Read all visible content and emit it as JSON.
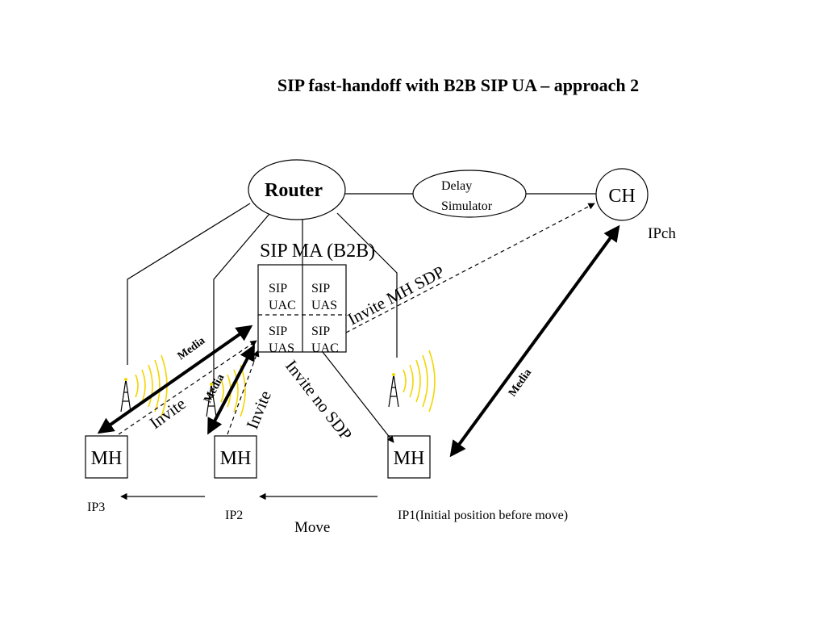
{
  "title": "SIP fast-handoff with B2B SIP UA – approach 2",
  "nodes": {
    "router": "Router",
    "delay_simulator": [
      "Delay",
      "Simulator"
    ],
    "ch": "CH",
    "ipch": "IPch",
    "sip_ma": "SIP MA (B2B)",
    "mh_left": "MH",
    "mh_middle": "MH",
    "mh_right": "MH"
  },
  "sip_ma_cells": {
    "top_left": [
      "SIP",
      "UAC"
    ],
    "top_right": [
      "SIP",
      "UAS"
    ],
    "bottom_left": [
      "SIP",
      "UAS"
    ],
    "bottom_right": [
      "SIP",
      "UAC"
    ]
  },
  "messages": {
    "invite_mh_sdp": "Invite MH SDP",
    "invite_no_sdp": "Invite no SDP",
    "invite_left": "Invite",
    "invite_middle": "Invite",
    "media_left": "Media",
    "media_middle": "Media",
    "media_right": "Media"
  },
  "positions": {
    "ip3": "IP3",
    "ip2": "IP2",
    "ip1": "IP1(Initial position before move)",
    "move": "Move"
  },
  "colors": {
    "lines": "#000000",
    "radio_waves": "#f2d600"
  },
  "icons": [
    "antenna-tower-icon",
    "radio-wave-icon"
  ]
}
